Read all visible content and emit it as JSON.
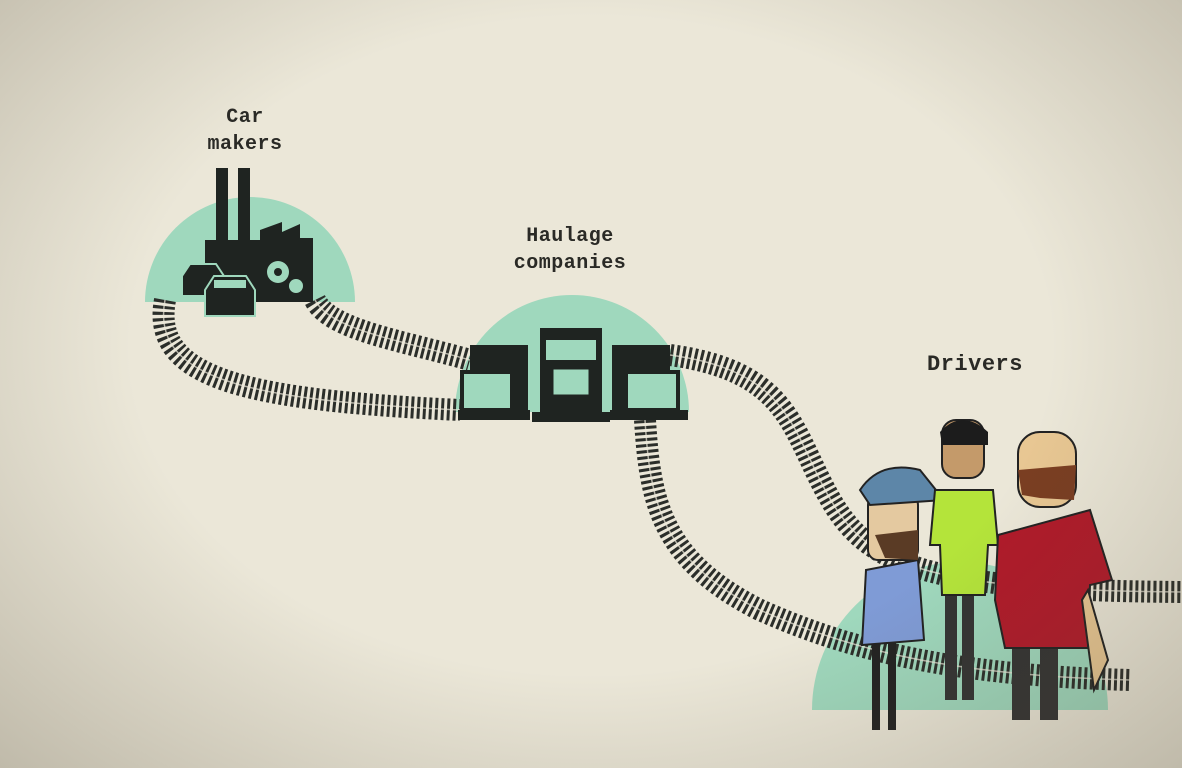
{
  "labels": {
    "car_makers": [
      "Car",
      "makers"
    ],
    "haulage": [
      "Haulage",
      "companies"
    ],
    "drivers": "Drivers"
  },
  "colors": {
    "background": "#ebe7d8",
    "mint": "#9fd8bd",
    "ink": "#1f2421",
    "blue_shirt": "#7f9bd6",
    "green_shirt": "#b4e43a",
    "red_shirt": "#b01a2a"
  }
}
